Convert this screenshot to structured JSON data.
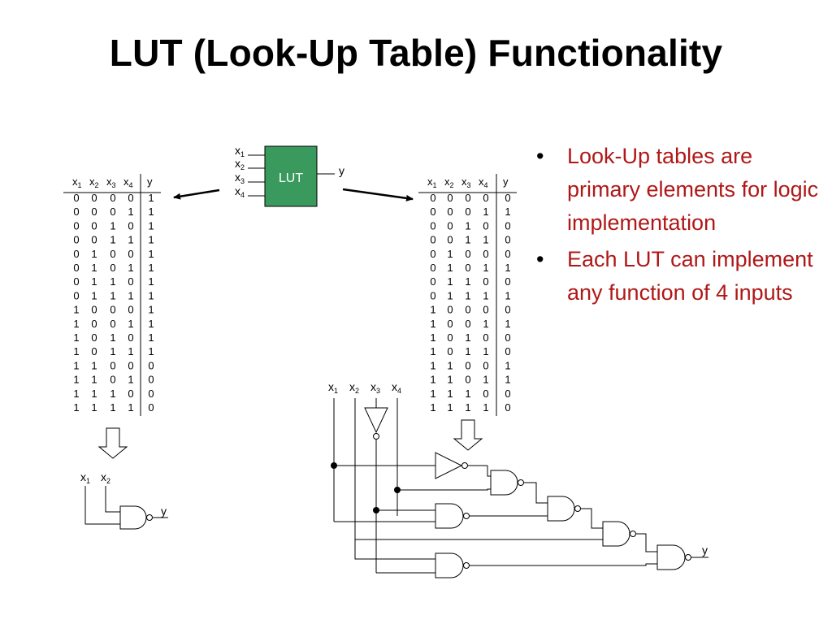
{
  "title": "LUT (Look-Up Table) Functionality",
  "bullets": [
    "Look-Up tables are primary elements for logic implementation",
    "Each LUT can implement any function of 4 inputs"
  ],
  "lut": {
    "label": "LUT",
    "color": "#3a9a5e",
    "inputs": [
      "x",
      "x",
      "x",
      "x"
    ],
    "input_subs": [
      "1",
      "2",
      "3",
      "4"
    ],
    "output": "y"
  },
  "truth_tables": {
    "headers": [
      "x",
      "x",
      "x",
      "x",
      "y"
    ],
    "header_subs": [
      "1",
      "2",
      "3",
      "4",
      ""
    ],
    "inputs": [
      [
        "0",
        "0",
        "0",
        "0"
      ],
      [
        "0",
        "0",
        "0",
        "1"
      ],
      [
        "0",
        "0",
        "1",
        "0"
      ],
      [
        "0",
        "0",
        "1",
        "1"
      ],
      [
        "0",
        "1",
        "0",
        "0"
      ],
      [
        "0",
        "1",
        "0",
        "1"
      ],
      [
        "0",
        "1",
        "1",
        "0"
      ],
      [
        "0",
        "1",
        "1",
        "1"
      ],
      [
        "1",
        "0",
        "0",
        "0"
      ],
      [
        "1",
        "0",
        "0",
        "1"
      ],
      [
        "1",
        "0",
        "1",
        "0"
      ],
      [
        "1",
        "0",
        "1",
        "1"
      ],
      [
        "1",
        "1",
        "0",
        "0"
      ],
      [
        "1",
        "1",
        "0",
        "1"
      ],
      [
        "1",
        "1",
        "1",
        "0"
      ],
      [
        "1",
        "1",
        "1",
        "1"
      ]
    ],
    "left_y": [
      "1",
      "1",
      "1",
      "1",
      "1",
      "1",
      "1",
      "1",
      "1",
      "1",
      "1",
      "1",
      "0",
      "0",
      "0",
      "0"
    ],
    "right_y": [
      "0",
      "1",
      "0",
      "0",
      "0",
      "1",
      "0",
      "1",
      "0",
      "1",
      "0",
      "0",
      "1",
      "1",
      "0",
      "0"
    ]
  },
  "nand_circuit": {
    "inputs": [
      "x",
      "x"
    ],
    "input_subs": [
      "1",
      "2"
    ],
    "output": "y"
  },
  "complex_circuit": {
    "inputs": [
      "x",
      "x",
      "x",
      "x"
    ],
    "input_subs": [
      "1",
      "2",
      "3",
      "4"
    ],
    "output": "y"
  }
}
